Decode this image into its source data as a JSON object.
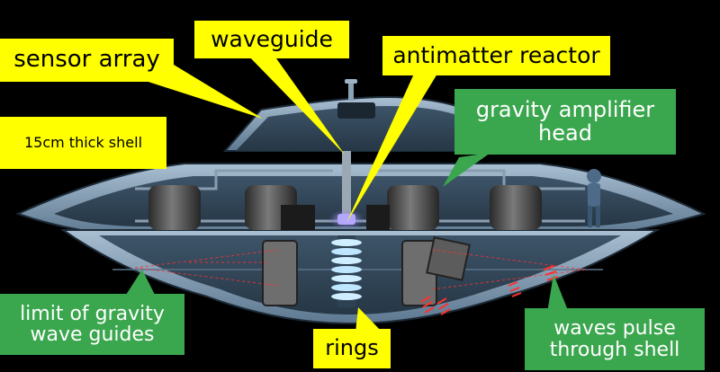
{
  "labels": {
    "sensor_array": "sensor array",
    "waveguide": "waveguide",
    "antimatter_reactor": "antimatter reactor",
    "shell": "15cm thick shell",
    "gravity_amplifier": "gravity amplifier head",
    "gravity_amplifier_line1": "gravity amplifier",
    "gravity_amplifier_line2": "head",
    "limit_line1": "limit of gravity",
    "limit_line2": "wave guides",
    "rings": "rings",
    "waves_line1": "waves pulse",
    "waves_line2": "through shell"
  },
  "colors": {
    "callout_yellow": "#ffff00",
    "callout_green": "#3aa64d",
    "hull": "#7f9bb3",
    "hull_dark": "#2b3e4f",
    "wave_red": "#ff3030"
  }
}
